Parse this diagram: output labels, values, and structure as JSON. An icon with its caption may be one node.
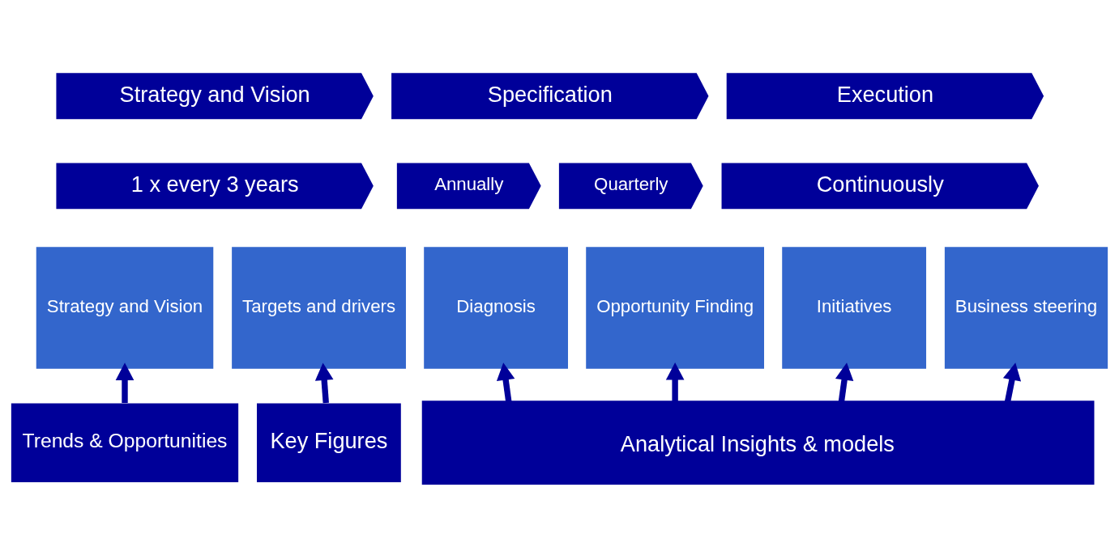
{
  "diagram": {
    "nodes": [
      {
        "text": [
          "Strategy and Vision"
        ]
      },
      {
        "text": [
          "Specification"
        ]
      },
      {
        "text": [
          "Execution"
        ]
      },
      {
        "text": [
          "1 x every 3 years"
        ]
      },
      {
        "text": [
          "Annually"
        ]
      },
      {
        "text": [
          "Quarterly"
        ]
      },
      {
        "text": [
          "Continuously"
        ]
      },
      {
        "text": [
          "Strategy and Vision"
        ]
      },
      {
        "text": [
          "Targets and drivers"
        ]
      },
      {
        "text": [
          "Diagnosis"
        ]
      },
      {
        "text": [
          "Opportunity Finding"
        ]
      },
      {
        "text": [
          "Initiatives"
        ]
      },
      {
        "text": [
          "Business steering"
        ]
      },
      {
        "text": [
          "Trends & Opportunities"
        ]
      },
      {
        "text": [
          "Key Figures"
        ]
      },
      {
        "text": [
          "Analytical Insights & models"
        ]
      }
    ],
    "edges": [
      {
        "from": 13,
        "to": 7,
        "arrow": "to"
      },
      {
        "from": 14,
        "to": 8,
        "arrow": "to"
      },
      {
        "from": 15,
        "to": 9,
        "arrow": "to"
      },
      {
        "from": 15,
        "to": 10,
        "arrow": "to"
      },
      {
        "from": 15,
        "to": 11,
        "arrow": "to"
      },
      {
        "from": 15,
        "to": 12,
        "arrow": "to"
      }
    ]
  }
}
